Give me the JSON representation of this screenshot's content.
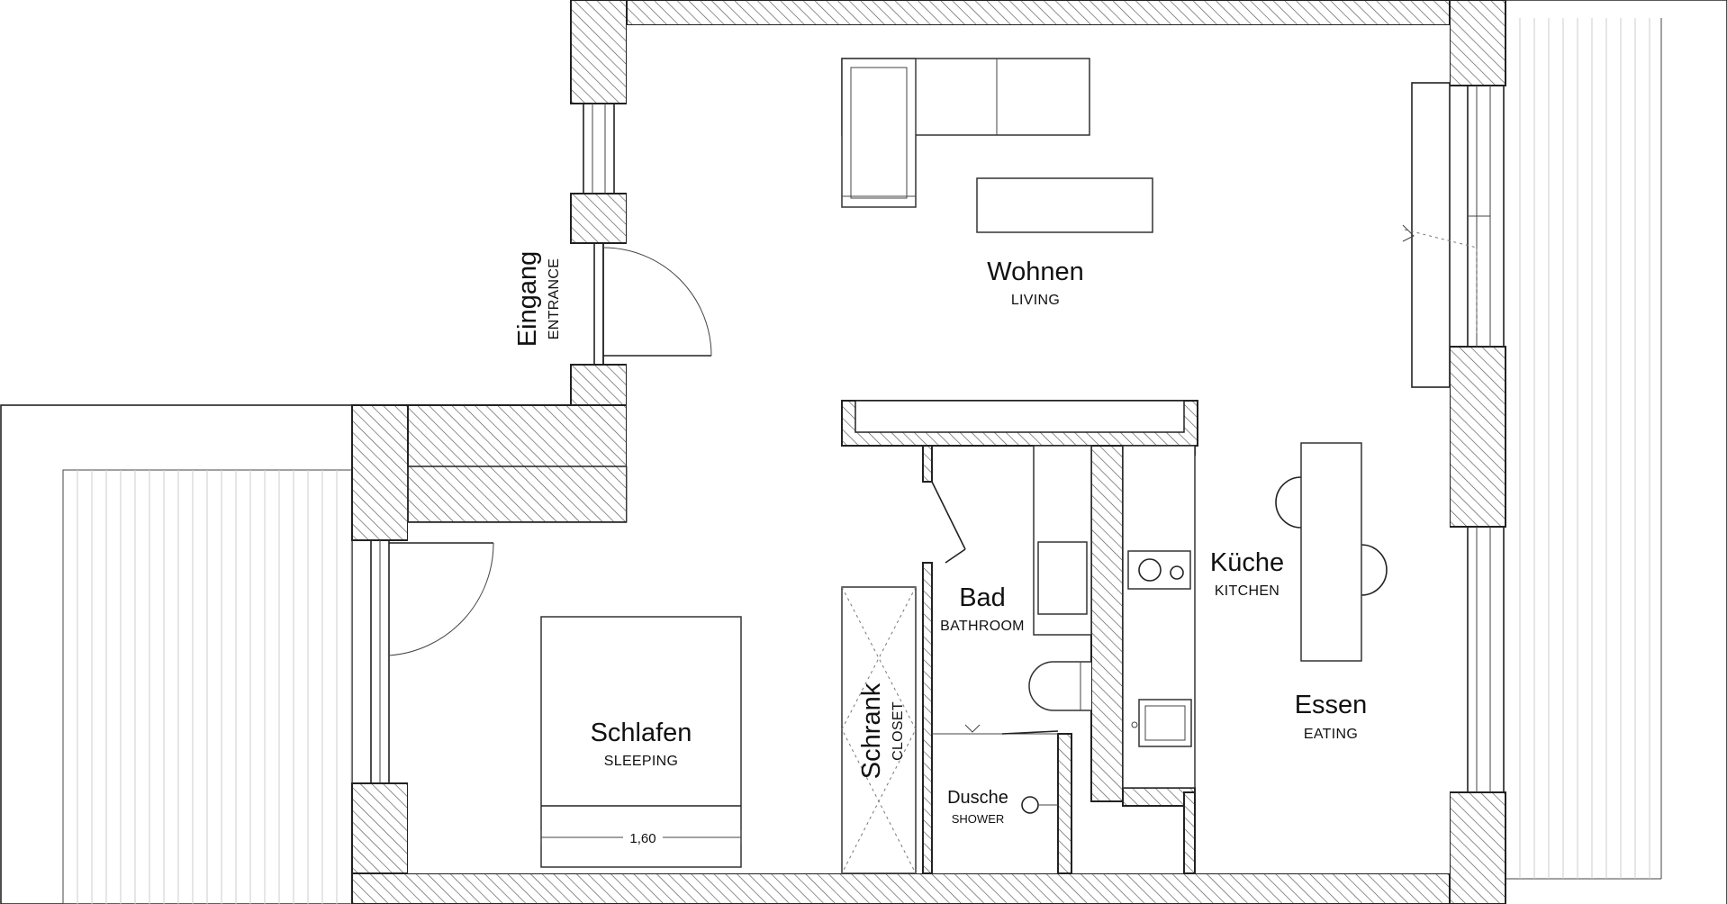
{
  "rooms": {
    "wohnen": {
      "name": "Wohnen",
      "sub": "LIVING"
    },
    "kueche": {
      "name": "Küche",
      "sub": "KITCHEN"
    },
    "essen": {
      "name": "Essen",
      "sub": "EATING"
    },
    "bad": {
      "name": "Bad",
      "sub": "BATHROOM"
    },
    "schlafen": {
      "name": "Schlafen",
      "sub": "SLEEPING"
    },
    "schrank": {
      "name": "Schrank",
      "sub": "CLOSET"
    },
    "dusche": {
      "name": "Dusche",
      "sub": "SHOWER"
    },
    "eingang": {
      "name": "Eingang",
      "sub": "ENTRANCE"
    }
  },
  "bed": {
    "width_label": "1,60"
  },
  "colors": {
    "wall_outline": "#222222",
    "hatch": "#555555",
    "background": "#ffffff"
  }
}
